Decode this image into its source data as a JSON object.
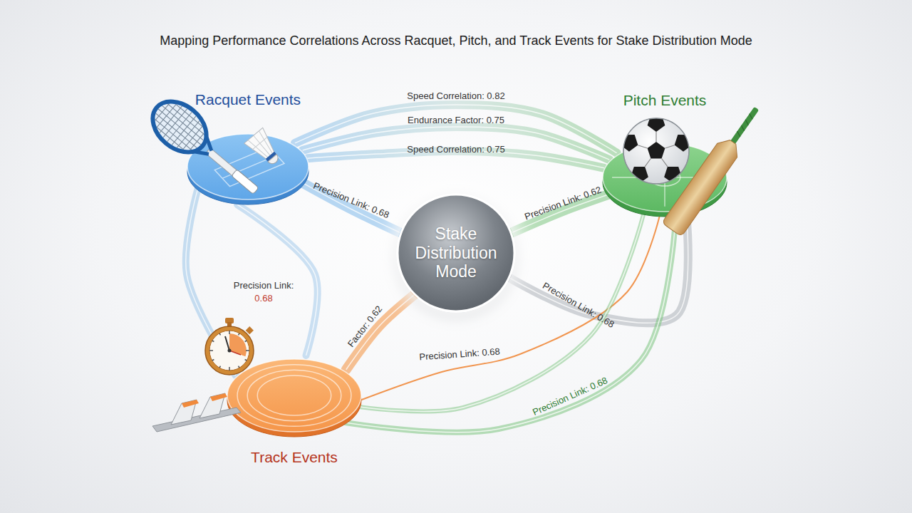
{
  "diagram": {
    "title": "Mapping Performance Correlations Across Racquet, Pitch, and Track Events for Stake Distribution Mode",
    "nodes": [
      {
        "text": [
          "Racquet Events"
        ]
      },
      {
        "text": [
          "Pitch Events"
        ]
      },
      {
        "text": [
          "Stake Distribution Mode"
        ]
      },
      {
        "text": [
          "Track Events"
        ]
      }
    ],
    "edges": [
      {
        "from": 0,
        "to": 1,
        "label": "Speed Correlation: 0.82",
        "arrow": "none"
      },
      {
        "from": 0,
        "to": 1,
        "label": "Endurance Factor: 0.75",
        "arrow": "none"
      },
      {
        "from": 0,
        "to": 1,
        "label": "Speed Correlation: 0.75",
        "arrow": "none"
      },
      {
        "from": 0,
        "to": 2,
        "label": "Precision Link: 0.68",
        "arrow": "none"
      },
      {
        "from": 1,
        "to": 2,
        "label": "Precision Link: 0.62",
        "arrow": "none"
      },
      {
        "from": 0,
        "to": 3,
        "label": "Precision Link: 0.68",
        "arrow": "none"
      },
      {
        "from": 3,
        "to": 2,
        "label": "Factor: 0.62",
        "arrow": "none"
      },
      {
        "from": 2,
        "to": 1,
        "label": "Precision Link: 0.68",
        "arrow": "none"
      },
      {
        "from": 3,
        "to": 1,
        "label": "Precision Link: 0.68",
        "arrow": "none"
      },
      {
        "from": 3,
        "to": 1,
        "label": "Precision Link: 0.68",
        "arrow": "none"
      },
      {
        "from": 0,
        "to": 3,
        "arrow": "none"
      },
      {
        "from": 1,
        "to": 3,
        "arrow": "none"
      }
    ]
  }
}
